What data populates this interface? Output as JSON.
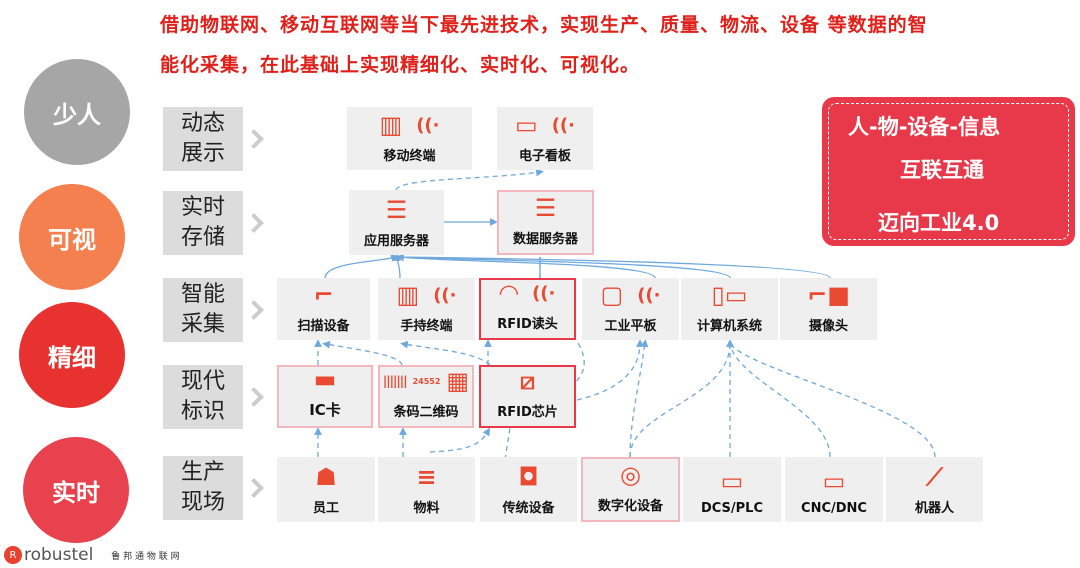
{
  "headline": {
    "line1": "借助物联网、移动互联网等当下最先进技术，实现生产、质量、物流、设备 等数据的智",
    "line2": "能化采集，在此基础上实现精细化、实时化、可视化。"
  },
  "circles": [
    {
      "label": "少人",
      "color": "#a6a6a6"
    },
    {
      "label": "可视",
      "color": "#f47f4f"
    },
    {
      "label": "精细",
      "color": "#e8322f"
    },
    {
      "label": "实时",
      "color": "#e8424f"
    }
  ],
  "rows": [
    {
      "line1": "动态",
      "line2": "展示"
    },
    {
      "line1": "实时",
      "line2": "存储"
    },
    {
      "line1": "智能",
      "line2": "采集"
    },
    {
      "line1": "现代",
      "line2": "标识"
    },
    {
      "line1": "生产",
      "line2": "现场"
    }
  ],
  "nodes": {
    "mobile": "移动终端",
    "board": "电子看板",
    "appserver": "应用服务器",
    "dbserver": "数据服务器",
    "scanner": "扫描设备",
    "handheld": "手持终端",
    "rfidreader": "RFID读头",
    "tablet": "工业平板",
    "computer": "计算机系统",
    "camera": "摄像头",
    "iccard": "IC卡",
    "barcode": "条码二维码",
    "barcode_number": "24552",
    "rfidchip": "RFID芯片",
    "worker": "员工",
    "material": "物料",
    "legacy": "传统设备",
    "digital": "数字化设备",
    "dcs": "DCS/PLC",
    "cnc": "CNC/DNC",
    "robot": "机器人"
  },
  "callout": {
    "line1": "人-物-设备-信息",
    "line2": "互联互通",
    "line3": "迈向工业4.0",
    "color": "#e8394a"
  },
  "footer": {
    "brand": "robustel",
    "tagline": "鲁 邦 通 物 联 网"
  }
}
